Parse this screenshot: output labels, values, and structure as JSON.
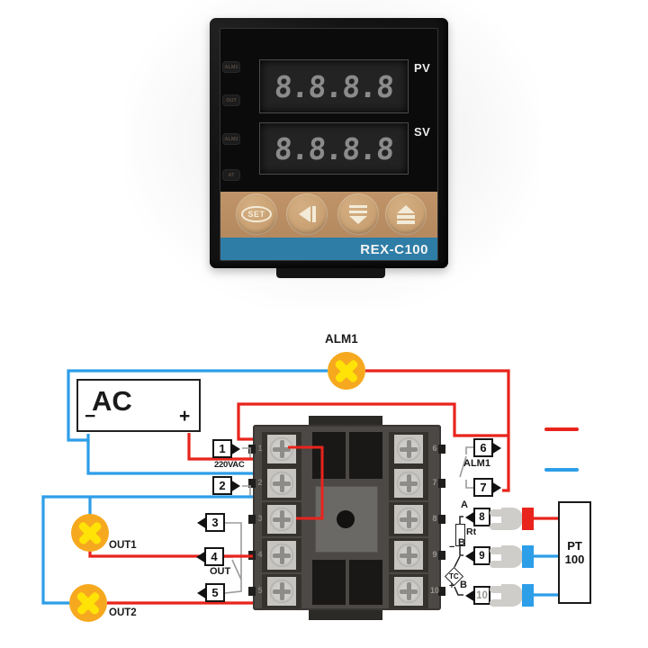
{
  "theme": {
    "wire_red": "#e8241c",
    "wire_blue": "#2d9ee8",
    "lamp_fill": "#f6a91f",
    "lamp_cross": "#ffe307",
    "panel_tan": "#b5895f",
    "button_tan": "#c9a173",
    "brand_blue": "#2e7da6",
    "display_digit": "#8b8b8b",
    "hook_gray": "#9b9b9b"
  },
  "product": {
    "model": "REX-C100",
    "pv": {
      "value": "8.8.8.8",
      "label": "PV"
    },
    "sv": {
      "value": "8.8.8.8",
      "label": "SV"
    },
    "indicators": [
      "ALM1",
      "OUT",
      "ALM2",
      "AT"
    ],
    "set_button": "SET"
  },
  "diagram": {
    "alarm_label": "ALM1",
    "ac": {
      "label": "AC",
      "minus": "−",
      "plus": "+"
    },
    "supply": "220VAC",
    "terminals": [
      "1",
      "2",
      "3",
      "4",
      "5",
      "6",
      "7",
      "8",
      "9",
      "10"
    ],
    "out_switch": "OUT",
    "alm1_switch": "ALM1",
    "out1": "OUT1",
    "out2": "OUT2",
    "sensor": {
      "a": "A",
      "rt": "Rt",
      "b_upper": "B",
      "minus": "−",
      "tc": "TC",
      "plus": "+",
      "b_lower": "B"
    },
    "pt100": {
      "line1": "PT",
      "line2": "100"
    }
  }
}
